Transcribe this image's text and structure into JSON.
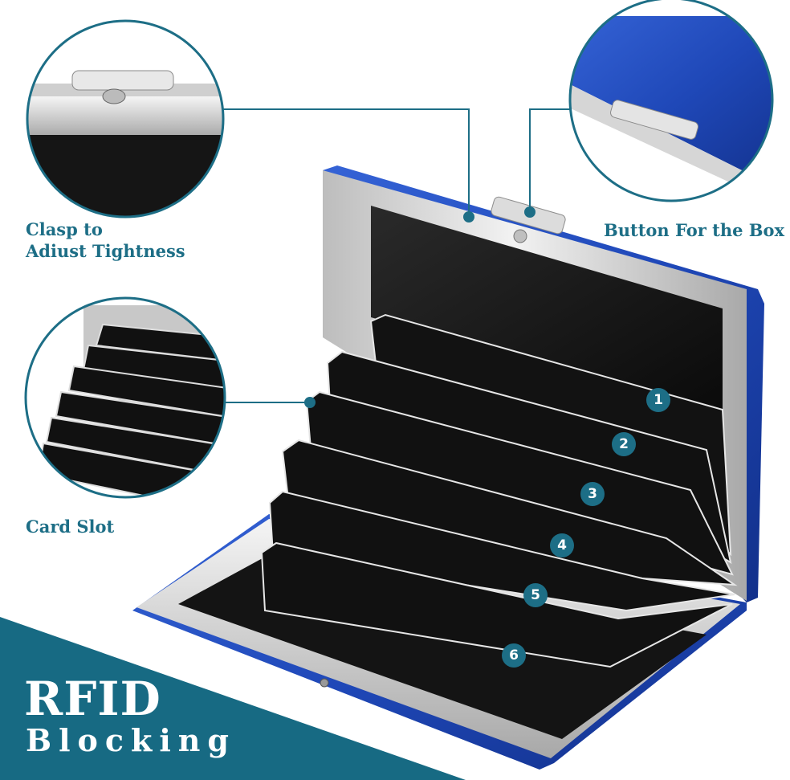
{
  "callouts": {
    "clasp": [
      "Clasp to",
      "Adiust Tightness"
    ],
    "button": "Button For the Box",
    "card_slot": "Card Slot"
  },
  "banner": {
    "title": "RFID",
    "subtitle": "Blocking"
  },
  "slot_numbers": [
    "1",
    "2",
    "3",
    "4",
    "5",
    "6"
  ],
  "colors": {
    "accent": "#1d6e86",
    "banner": "#176a83",
    "case_blue": "#1f48b8",
    "slot_black": "#111111",
    "steel": "#d9d9d9"
  }
}
